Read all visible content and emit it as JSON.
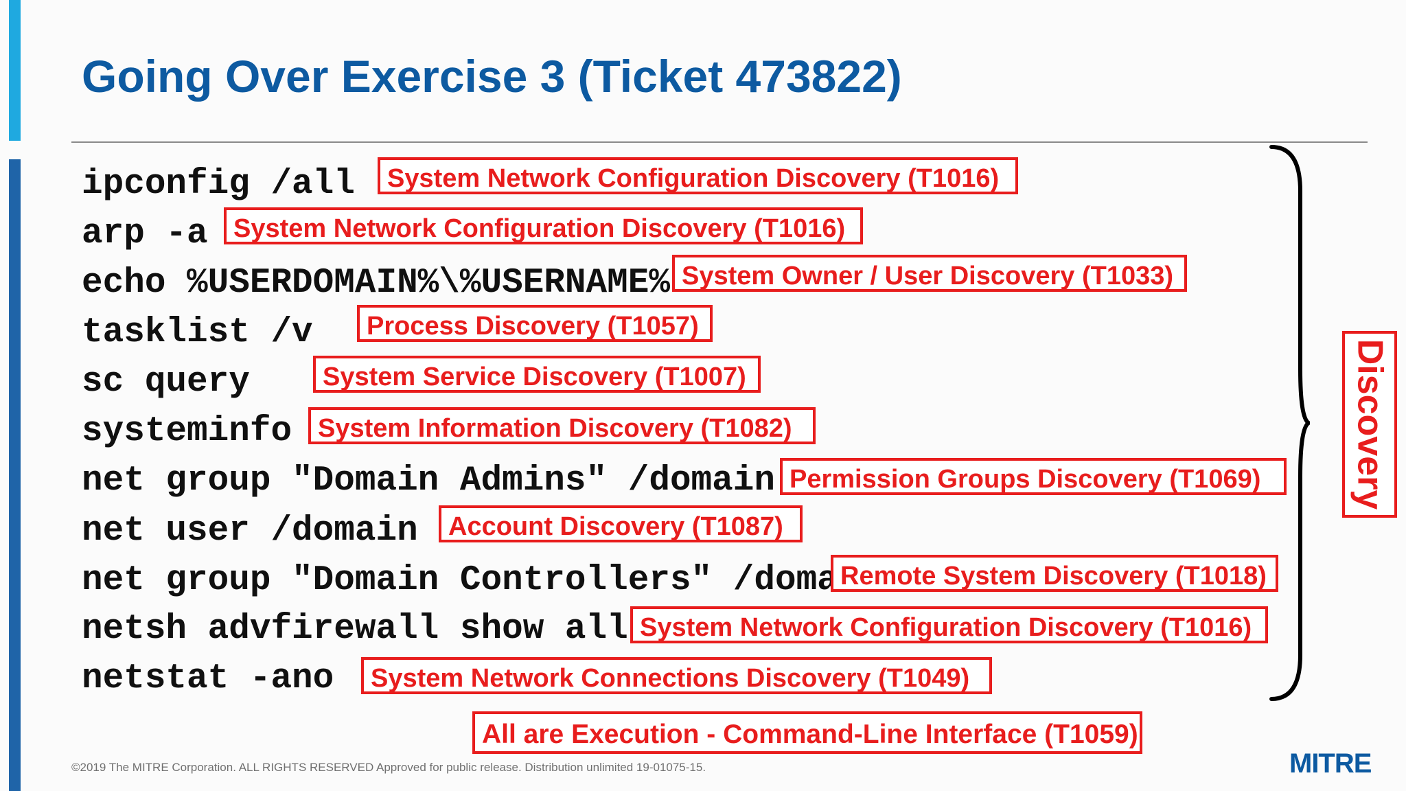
{
  "slide": {
    "title": "Going Over Exercise 3 (Ticket 473822)",
    "commands": [
      {
        "text": "ipconfig /all",
        "tag": "System Network Configuration Discovery (T1016)"
      },
      {
        "text": "arp -a",
        "tag": "System Network Configuration Discovery (T1016)"
      },
      {
        "text": "echo %USERDOMAIN%\\%USERNAME%",
        "tag": "System Owner / User Discovery (T1033)"
      },
      {
        "text": "tasklist /v",
        "tag": "Process Discovery (T1057)"
      },
      {
        "text": "sc query",
        "tag": "System Service Discovery (T1007)"
      },
      {
        "text": "systeminfo",
        "tag": "System Information Discovery (T1082)"
      },
      {
        "text": "net group \"Domain Admins\" /domain",
        "tag": "Permission Groups Discovery  (T1069)"
      },
      {
        "text": "net user /domain",
        "tag": "Account Discovery (T1087)"
      },
      {
        "text": "net group \"Domain Controllers\" /domain",
        "tag": "Remote System Discovery (T1018)"
      },
      {
        "text": "netsh advfirewall show all",
        "tag": "System Network Configuration Discovery (T1016)"
      },
      {
        "text": "netstat -ano",
        "tag": "System Network Connections Discovery (T1049)"
      }
    ],
    "execution_tag": "All are Execution - Command-Line Interface (T1059)",
    "group_label": "Discovery",
    "footer": "©2019 The MITRE Corporation. ALL RIGHTS RESERVED  Approved for public release. Distribution unlimited 19-01075-15.",
    "logo": "MITRE"
  },
  "colors": {
    "title": "#0d5aa1",
    "tag_red": "#e81d1d",
    "accent_light_blue": "#1fa9e0",
    "accent_dark_blue": "#1f64a8"
  }
}
